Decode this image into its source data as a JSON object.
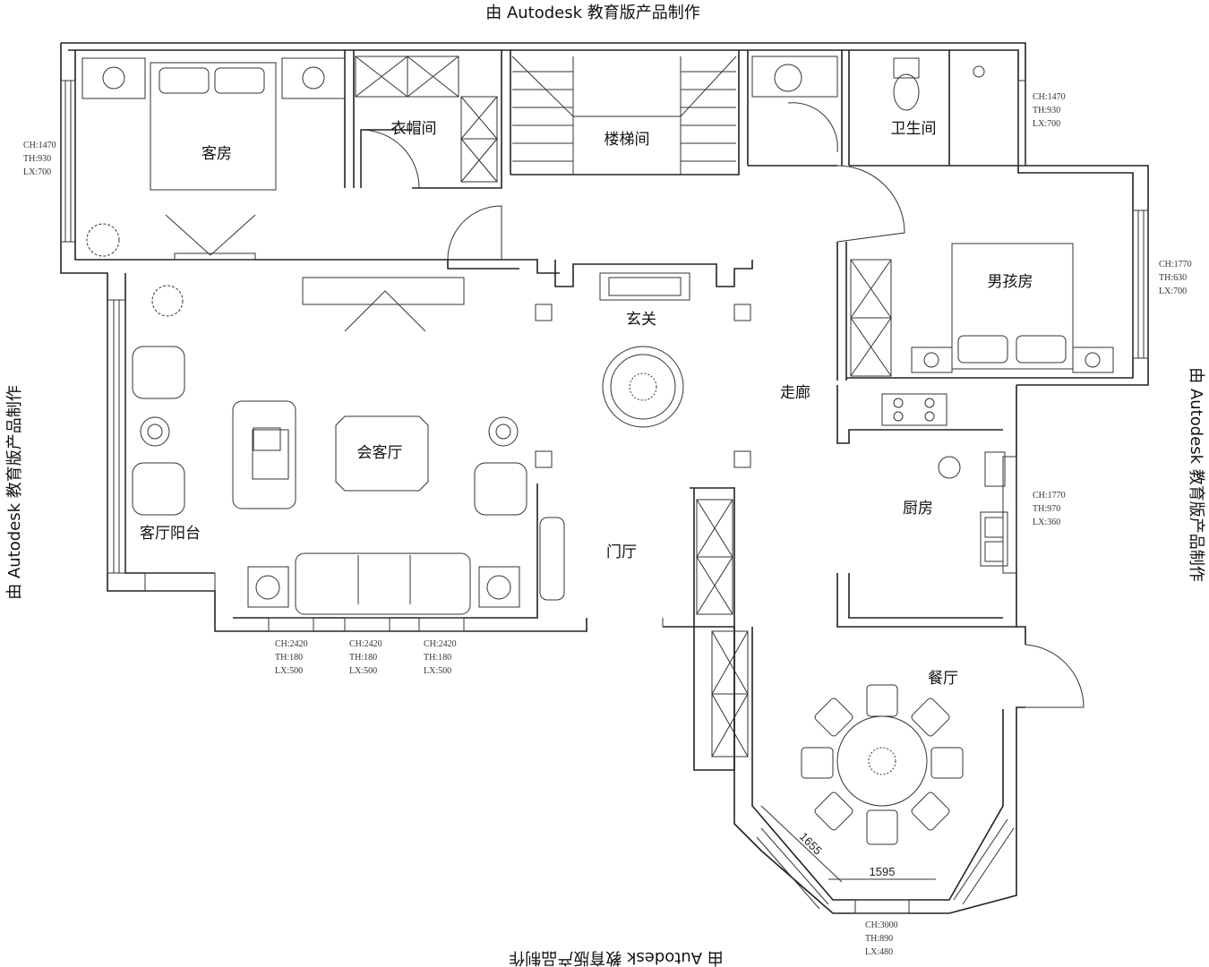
{
  "watermark": {
    "top": "由 Autodesk 教育版产品制作",
    "left": "由 Autodesk 教育版产品制作",
    "right": "由 Autodesk 教育版产品制作",
    "bottom": "由 Autodesk 教育版产品制作"
  },
  "rooms": {
    "guest_room": "客房",
    "cloakroom": "衣帽间",
    "stairwell": "楼梯间",
    "bathroom": "卫生间",
    "boys_room": "男孩房",
    "foyer": "玄关",
    "corridor": "走廊",
    "reception": "会客厅",
    "living_balcony": "客厅阳台",
    "entrance_hall": "门厅",
    "kitchen": "厨房",
    "dining": "餐厅"
  },
  "windows": {
    "guest_left": [
      "CH:1470",
      "TH:930",
      "LX:700"
    ],
    "bath_right": [
      "CH:1470",
      "TH:930",
      "LX:700"
    ],
    "boys_right": [
      "CH:1770",
      "TH:630",
      "LX:700"
    ],
    "kitchen_right": [
      "CH:1770",
      "TH:970",
      "LX:360"
    ],
    "living_1": [
      "CH:2420",
      "TH:180",
      "LX:500"
    ],
    "living_2": [
      "CH:2420",
      "TH:180",
      "LX:500"
    ],
    "living_3": [
      "CH:2420",
      "TH:180",
      "LX:500"
    ],
    "dining_bottom": [
      "CH:3000",
      "TH:890",
      "LX:480"
    ]
  },
  "dimensions": {
    "diagonal": "1655",
    "bottom": "1595"
  }
}
